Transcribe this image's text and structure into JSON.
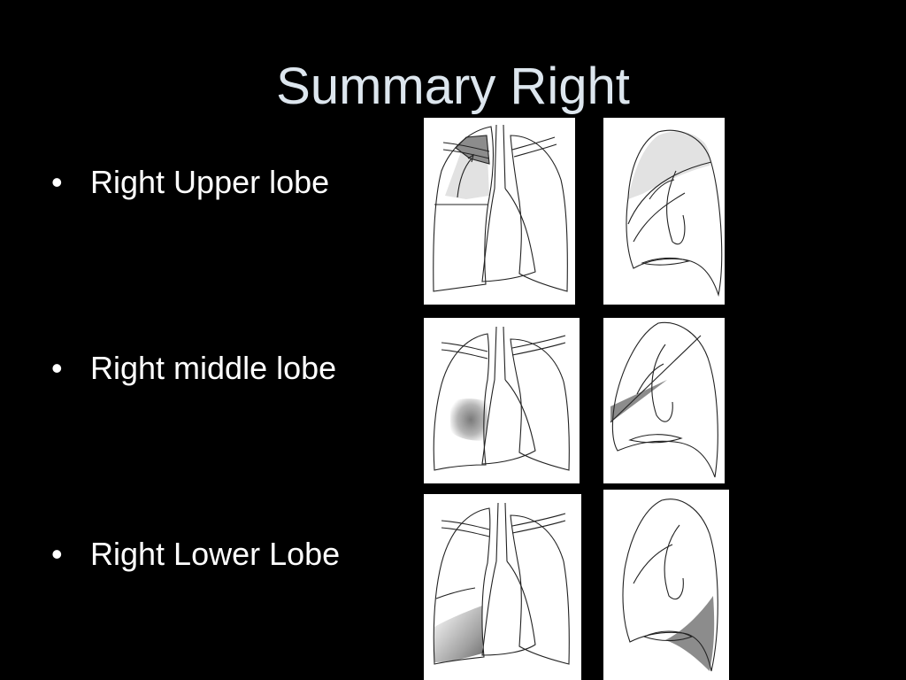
{
  "slide": {
    "title": "Summary Right",
    "bullets": [
      {
        "label": "Right Upper lobe"
      },
      {
        "label": "Right middle lobe"
      },
      {
        "label": "Right Lower Lobe"
      }
    ]
  },
  "colors": {
    "background": "#000000",
    "title_text": "#dde6ee",
    "bullet_text": "#ffffff",
    "panel_bg": "#ffffff",
    "line": "#222222",
    "shade_dark": "#8c8c8c",
    "shade_light": "#e2e2e2"
  }
}
